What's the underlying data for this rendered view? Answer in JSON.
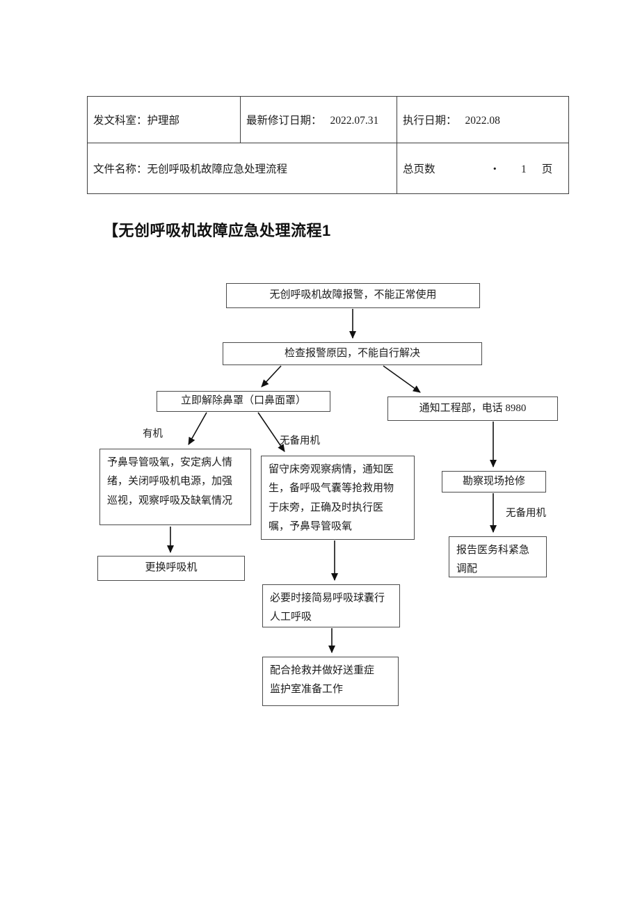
{
  "doc": {
    "title": "【无创呼吸机故障应急处理流程1"
  },
  "header_table": {
    "issuing_dept": "发文科室：护理部",
    "revision_label": "最新修订日期：",
    "revision_value": "2022.07.31",
    "execution_label": "执行日期：",
    "execution_value": "2022.08",
    "file_name": "文件名称：无创呼吸机故障应急处理流程",
    "pages_label": "总页数",
    "pages_sep": "・",
    "pages_value": "1",
    "pages_unit": "页"
  },
  "flowchart": {
    "nodes": {
      "alarm": "无创呼吸机故障报警，不能正常使用",
      "check": "检查报警原因，不能自行解决",
      "remove_mask": "立即解除鼻罩（口鼻面罩）",
      "notify_engineering": "通知工程部，电话 8980",
      "nasal_oxygen": "予鼻导管吸氧，安定病人情绪，关闭呼吸机电源，加强巡视，观察呼吸及缺氧情况",
      "bedside_watch": "留守床旁观察病情，通知医生，备呼吸气囊等抢救用物于床旁，正确及时执行医嘱，予鼻导管吸氧",
      "replace_ventilator": "更换呼吸机",
      "manual_ventilation": "必要时接简易呼吸球囊行人工呼吸",
      "icu_prepare": "配合抢救并做好送重症监护室准备工作",
      "site_survey": "勘察现场抢修",
      "report_medical": "报告医务科紧急调配"
    },
    "branch_labels": {
      "has_machine": "有机",
      "no_backup_mid": "无备用机",
      "no_backup_right": "无备用机"
    }
  }
}
